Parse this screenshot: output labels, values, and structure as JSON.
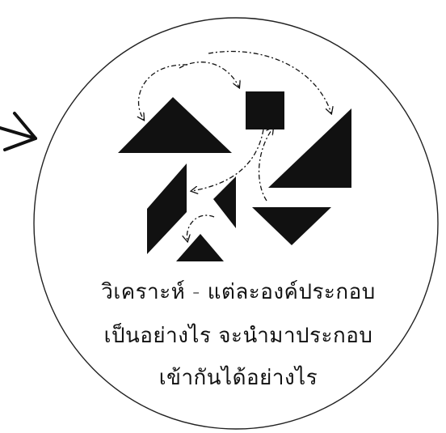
{
  "diagram": {
    "caption": {
      "line1": "วิเคราะห์ - แต่ละองค์ประกอบ",
      "line2": "เป็นอย่างไร จะนำมาประกอบ",
      "line3": "เข้ากันได้อย่างไร"
    },
    "colors": {
      "ink": "#111111",
      "background": "#ffffff"
    }
  }
}
